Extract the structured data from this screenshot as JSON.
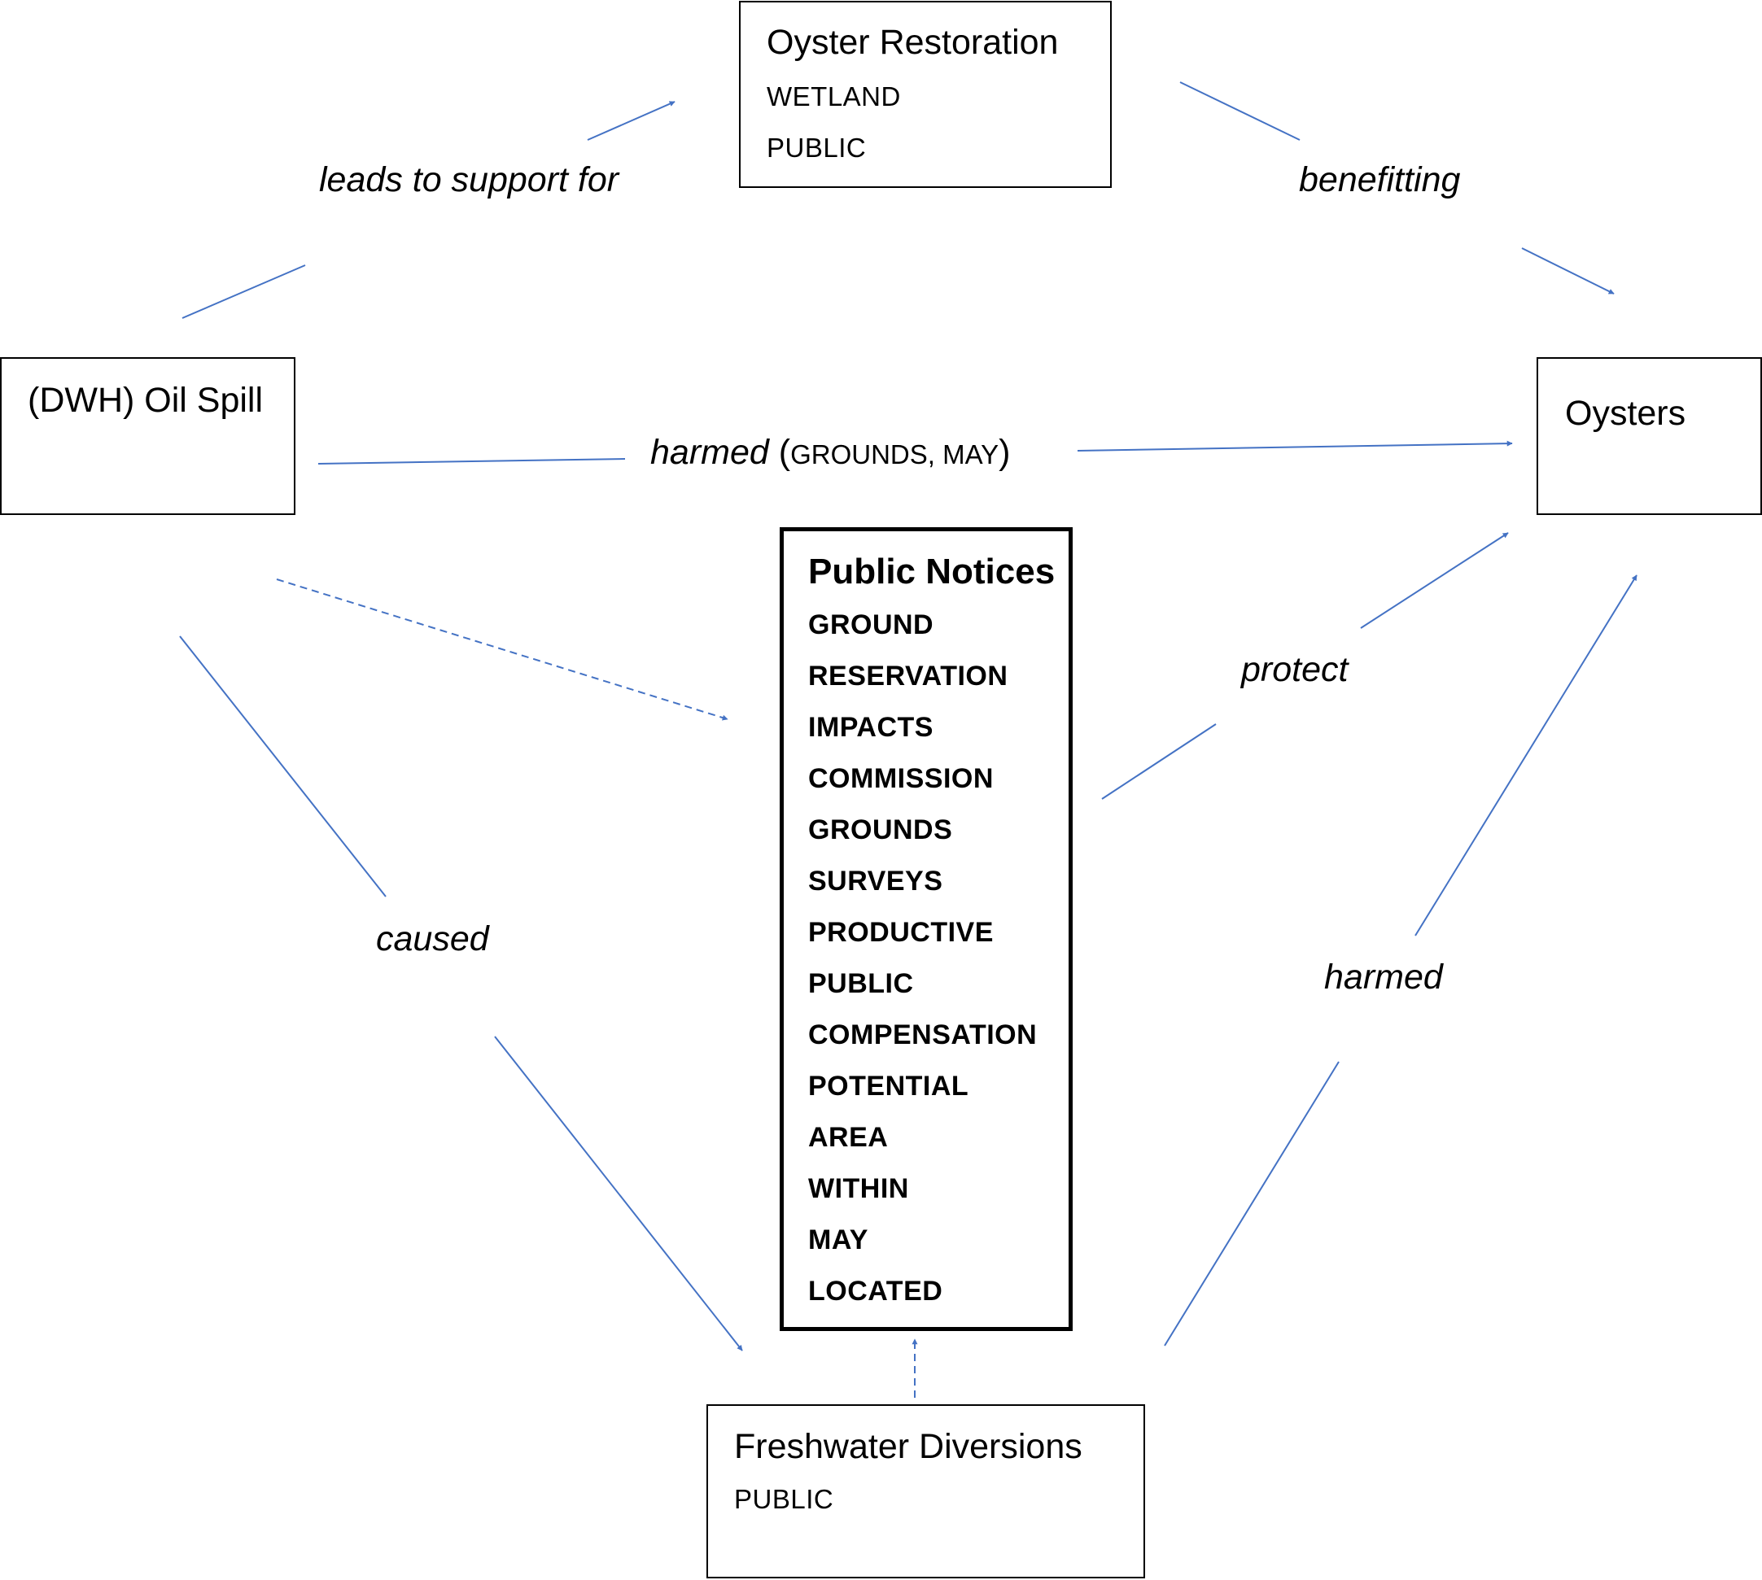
{
  "nodes": {
    "oil_spill": {
      "title": "(DWH) Oil Spill"
    },
    "oyster_restoration": {
      "title": "Oyster Restoration",
      "keywords": [
        "WETLAND",
        "PUBLIC"
      ]
    },
    "oysters": {
      "title": "Oysters"
    },
    "public_notices": {
      "title": "Public Notices",
      "keywords": [
        "GROUND",
        "RESERVATION",
        "IMPACTS",
        "COMMISSION",
        "GROUNDS",
        "SURVEYS",
        "PRODUCTIVE",
        "PUBLIC",
        "COMPENSATION",
        "POTENTIAL",
        "AREA",
        "WITHIN",
        "MAY",
        "LOCATED"
      ]
    },
    "freshwater_diversions": {
      "title": "Freshwater Diversions",
      "keywords": [
        "PUBLIC"
      ]
    }
  },
  "edges": {
    "leads_to_support_for": {
      "label": "leads to support for",
      "style": "solid"
    },
    "benefitting": {
      "label": "benefitting",
      "style": "solid"
    },
    "harmed_spill": {
      "label": "harmed",
      "paren_open": "(",
      "qualifier_1": "GROUNDS",
      "separator": ", ",
      "qualifier_2": "MAY",
      "paren_close": ")",
      "style": "solid"
    },
    "caused": {
      "label": "caused",
      "style": "solid"
    },
    "protect": {
      "label": "protect",
      "style": "solid"
    },
    "harmed_diversions": {
      "label": "harmed",
      "style": "solid"
    },
    "spill_to_notices": {
      "label": "",
      "style": "dashed"
    },
    "diversions_to_notices": {
      "label": "",
      "style": "dashed"
    }
  },
  "colors": {
    "edge": "#4472C4",
    "border": "#000000",
    "background": "#FFFFFF"
  }
}
